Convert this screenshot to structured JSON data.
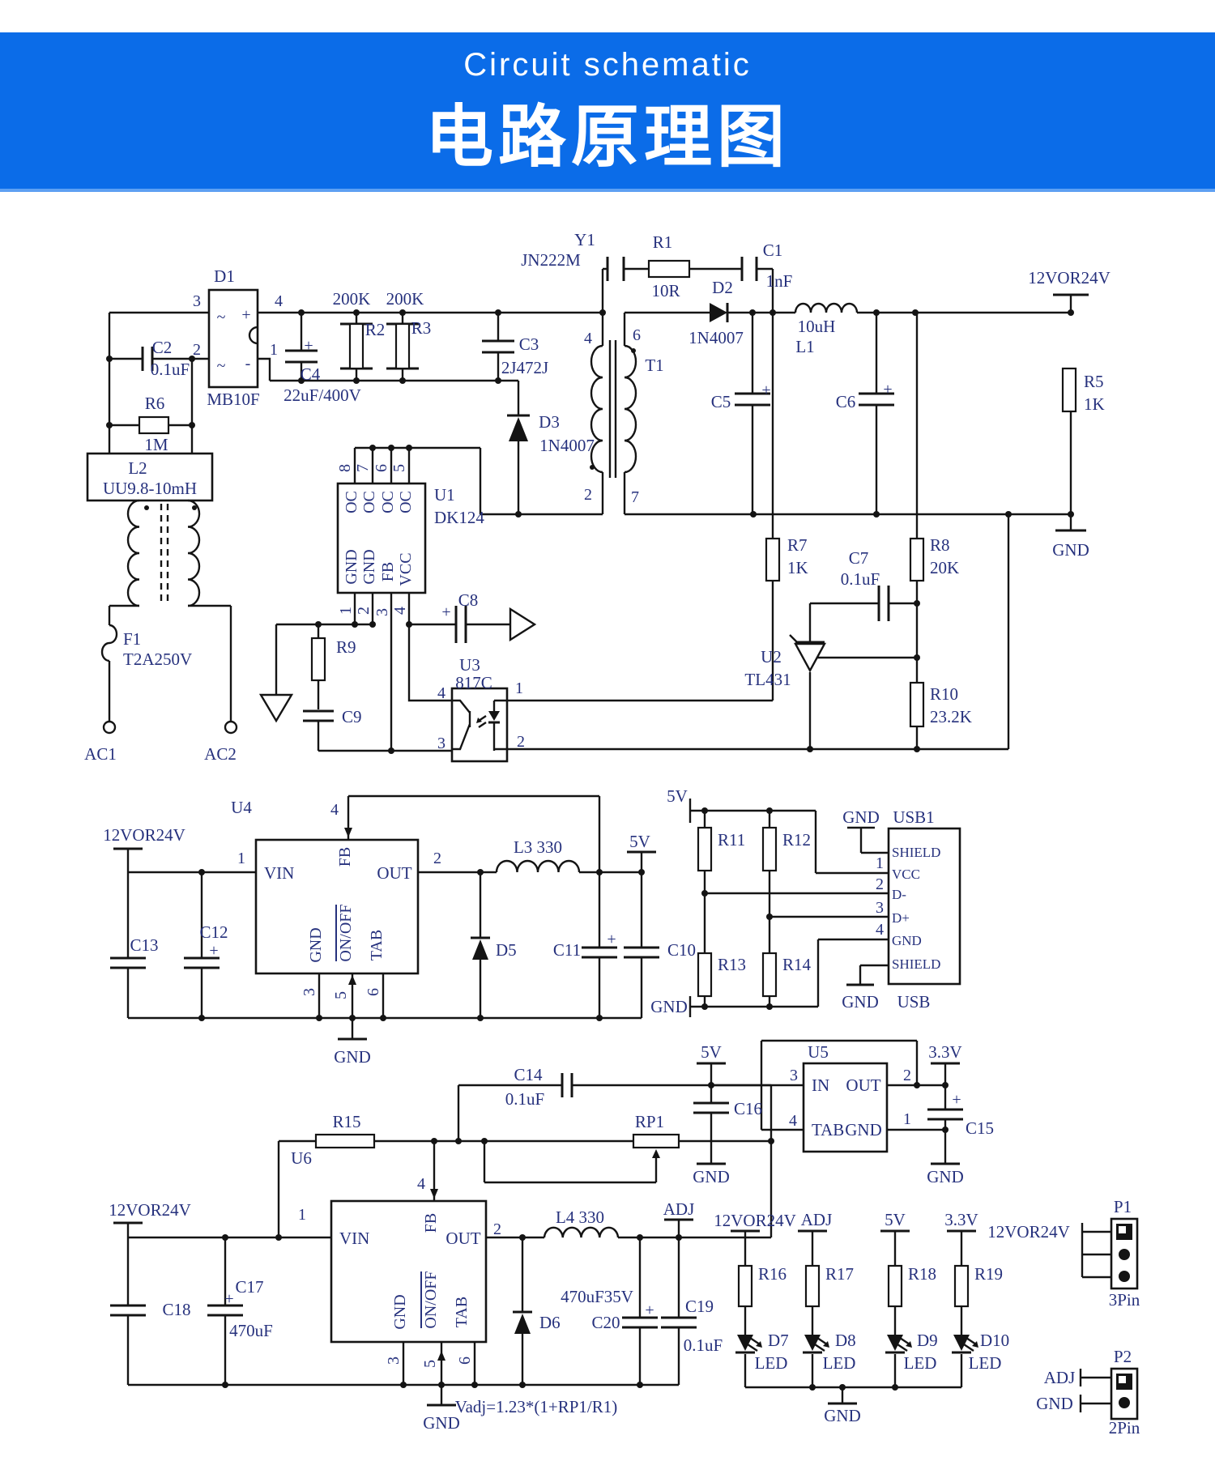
{
  "colors": {
    "banner": "#0b6ce8",
    "wire": "#141414",
    "label_text": "#26317d"
  },
  "header": {
    "title_en": "Circuit schematic",
    "title_zh": "电路原理图"
  },
  "s1": {
    "d1": "D1",
    "d1_pin3": "3",
    "d1_pin2": "2",
    "d1_pin4": "4",
    "d1_pin1": "1",
    "d1_ac1": "~",
    "d1_plus": "+",
    "d1_ac2": "~",
    "d1_minus": "-",
    "d1_part": "MB10F",
    "c2": "C2",
    "c2_val": "0.1uF",
    "r6": "R6",
    "r6_val": "1M",
    "l2": "L2",
    "l2_val": "UU9.8-10mH",
    "f1": "F1",
    "f1_val": "T2A250V",
    "ac1": "AC1",
    "ac2": "AC2",
    "c4": "C4",
    "c4_val": "22uF/400V",
    "r2_val": "200K",
    "r3_val": "200K",
    "r2": "R2",
    "r3": "R3",
    "c3": "C3",
    "c3_val": "2J472J",
    "d3": "D3",
    "d3_val": "1N4007",
    "u1": "U1",
    "u1_part": "DK124",
    "u1_pin8": "8",
    "u1_pin7": "7",
    "u1_pin6": "6",
    "u1_pin5": "5",
    "u1_oc1": "OC",
    "u1_oc2": "OC",
    "u1_oc3": "OC",
    "u1_oc4": "OC",
    "u1_gnd1": "GND",
    "u1_gnd2": "GND",
    "u1_fb": "FB",
    "u1_vcc": "VCC",
    "u1_pin1": "1",
    "u1_pin2": "2",
    "u1_pin3": "3",
    "u1_pin4": "4",
    "r9": "R9",
    "c9": "C9",
    "c8": "C8",
    "c8_plus": "+",
    "u3": "U3",
    "u3_part": "817C",
    "u3_pin4": "4",
    "u3_pin3": "3",
    "u3_pin1": "1",
    "u3_pin2": "2",
    "y1": "Y1",
    "y1_val": "JN222M",
    "r1": "R1",
    "r1_val": "10R",
    "c1": "C1",
    "c1_val": "1nF",
    "d2": "D2",
    "d2_val": "1N4007",
    "t1": "T1",
    "t1_pin4": "4",
    "t1_pin6": "6",
    "t1_pin2": "2",
    "t1_pin7": "7",
    "l1_val": "10uH",
    "l1": "L1",
    "c5": "C5",
    "c5_plus": "+",
    "c6": "C6",
    "c6_plus": "+",
    "v12": "12VOR24V",
    "r5": "R5",
    "r5_val": "1K",
    "gnd_right": "GND",
    "r7": "R7",
    "r7_val": "1K",
    "c7": "C7",
    "c7_val": "0.1uF",
    "r8": "R8",
    "r8_val": "20K",
    "u2": "U2",
    "u2_part": "TL431",
    "r10": "R10",
    "r10_val": "23.2K"
  },
  "s2": {
    "v12": "12VOR24V",
    "u4": "U4",
    "pin1": "1",
    "pin4": "4",
    "pin2": "2",
    "pin3": "3",
    "pin5": "5",
    "pin6": "6",
    "vin": "VIN",
    "fb": "FB",
    "out": "OUT",
    "gnd": "GND",
    "onoff": "ON/OFF",
    "tab": "TAB",
    "gnd_lbl": "GND",
    "l3": "L3  330",
    "d5": "D5",
    "c13": "C13",
    "c12": "C12",
    "c12_plus": "+",
    "c11": "C11",
    "c11_plus": "+",
    "c10": "C10",
    "v5": "5V"
  },
  "usb": {
    "v5": "5V",
    "r11": "R11",
    "r12": "R12",
    "r13": "R13",
    "r14": "R14",
    "gnd_left": "GND",
    "gnd_top": "GND",
    "usb1": "USB1",
    "shield_top": "SHIELD",
    "vcc": "VCC",
    "dminus": "D-",
    "dplus": "D+",
    "gnd_pin": "GND",
    "shield_bot": "SHIELD",
    "pin1": "1",
    "pin2": "2",
    "pin3": "3",
    "pin4": "4",
    "gnd_bot": "GND",
    "usb": "USB"
  },
  "u5": {
    "v5": "5V",
    "c16": "C16",
    "u5": "U5",
    "pin3": "3",
    "pin4": "4",
    "pin2": "2",
    "pin1": "1",
    "in": "IN",
    "tab": "TAB",
    "out": "OUT",
    "gnd": "GND",
    "v33": "3.3V",
    "c15": "C15",
    "c15_plus": "+",
    "gnd_l": "GND",
    "gnd_r": "GND"
  },
  "s3": {
    "c14": "C14",
    "c14_val": "0.1uF",
    "r15": "R15",
    "rp1": "RP1",
    "u6": "U6",
    "v12": "12VOR24V",
    "pin1": "1",
    "pin4": "4",
    "pin2": "2",
    "pin3": "3",
    "pin5": "5",
    "pin6": "6",
    "vin": "VIN",
    "fb": "FB",
    "out": "OUT",
    "gnd": "GND",
    "onoff": "ON/OFF",
    "tab": "TAB",
    "c18": "C18",
    "c17": "C17",
    "c17_plus": "+",
    "c17_val": "470uF",
    "gnd_lbl": "GND",
    "vadj": "Vadj=1.23*(1+RP1/R1)",
    "l4": "L4  330",
    "d6": "D6",
    "c20_val": "470uF35V",
    "c20": "C20",
    "c20_plus": "+",
    "c19": "C19",
    "c19_val": "0.1uF",
    "adj": "ADJ"
  },
  "led": {
    "v12": "12VOR24V",
    "adj": "ADJ",
    "v5": "5V",
    "v33": "3.3V",
    "r16": "R16",
    "r17": "R17",
    "r18": "R18",
    "r19": "R19",
    "d7": "D7",
    "d8": "D8",
    "d9": "D9",
    "d10": "D10",
    "led1": "LED",
    "led2": "LED",
    "led3": "LED",
    "led4": "LED",
    "gnd": "GND"
  },
  "conn": {
    "p1": "P1",
    "v12": "12VOR24V",
    "p1_pins": "3Pin",
    "p2": "P2",
    "adj": "ADJ",
    "gnd": "GND",
    "p2_pins": "2Pin"
  }
}
